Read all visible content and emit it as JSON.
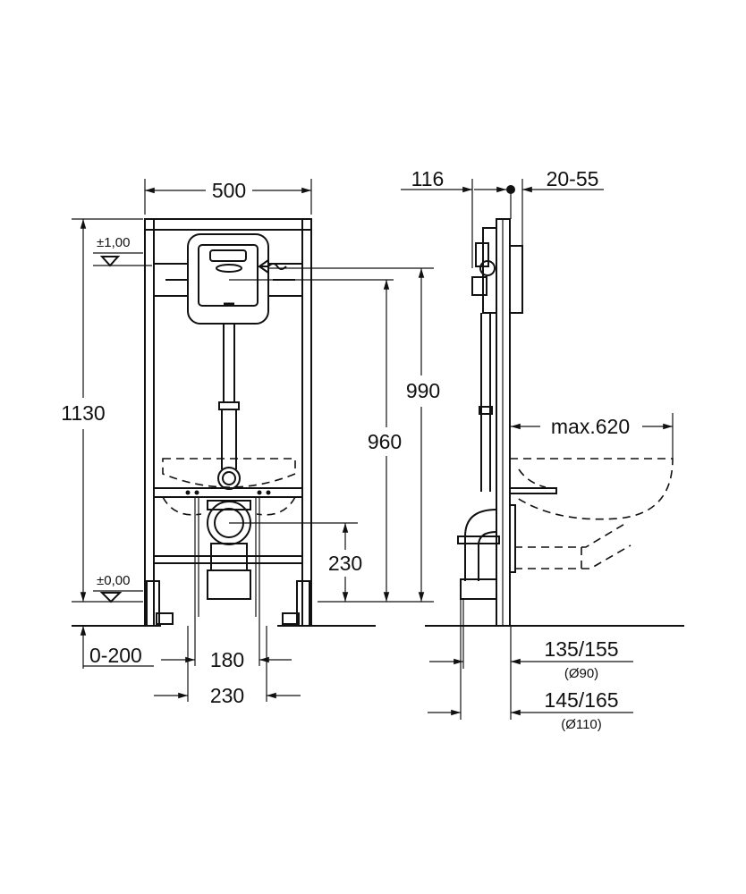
{
  "front_view": {
    "width_label": "500",
    "height_label": "1130",
    "level_top_label": "±1,00",
    "level_bottom_label": "±0,00",
    "flush_height_label": "990",
    "bracket_height_label": "960",
    "outlet_height_label": "230",
    "foot_adjust_label": "0-200",
    "bolt_spacing_label": "180",
    "foot_spacing_label": "230"
  },
  "side_view": {
    "depth_label": "116",
    "wall_label": "20-55",
    "projection_label": "max.620",
    "pipe_90_label": "135/155",
    "pipe_90_sub": "(Ø90)",
    "pipe_110_label": "145/165",
    "pipe_110_sub": "(Ø110)"
  },
  "colors": {
    "line": "#111111",
    "background": "#ffffff"
  }
}
